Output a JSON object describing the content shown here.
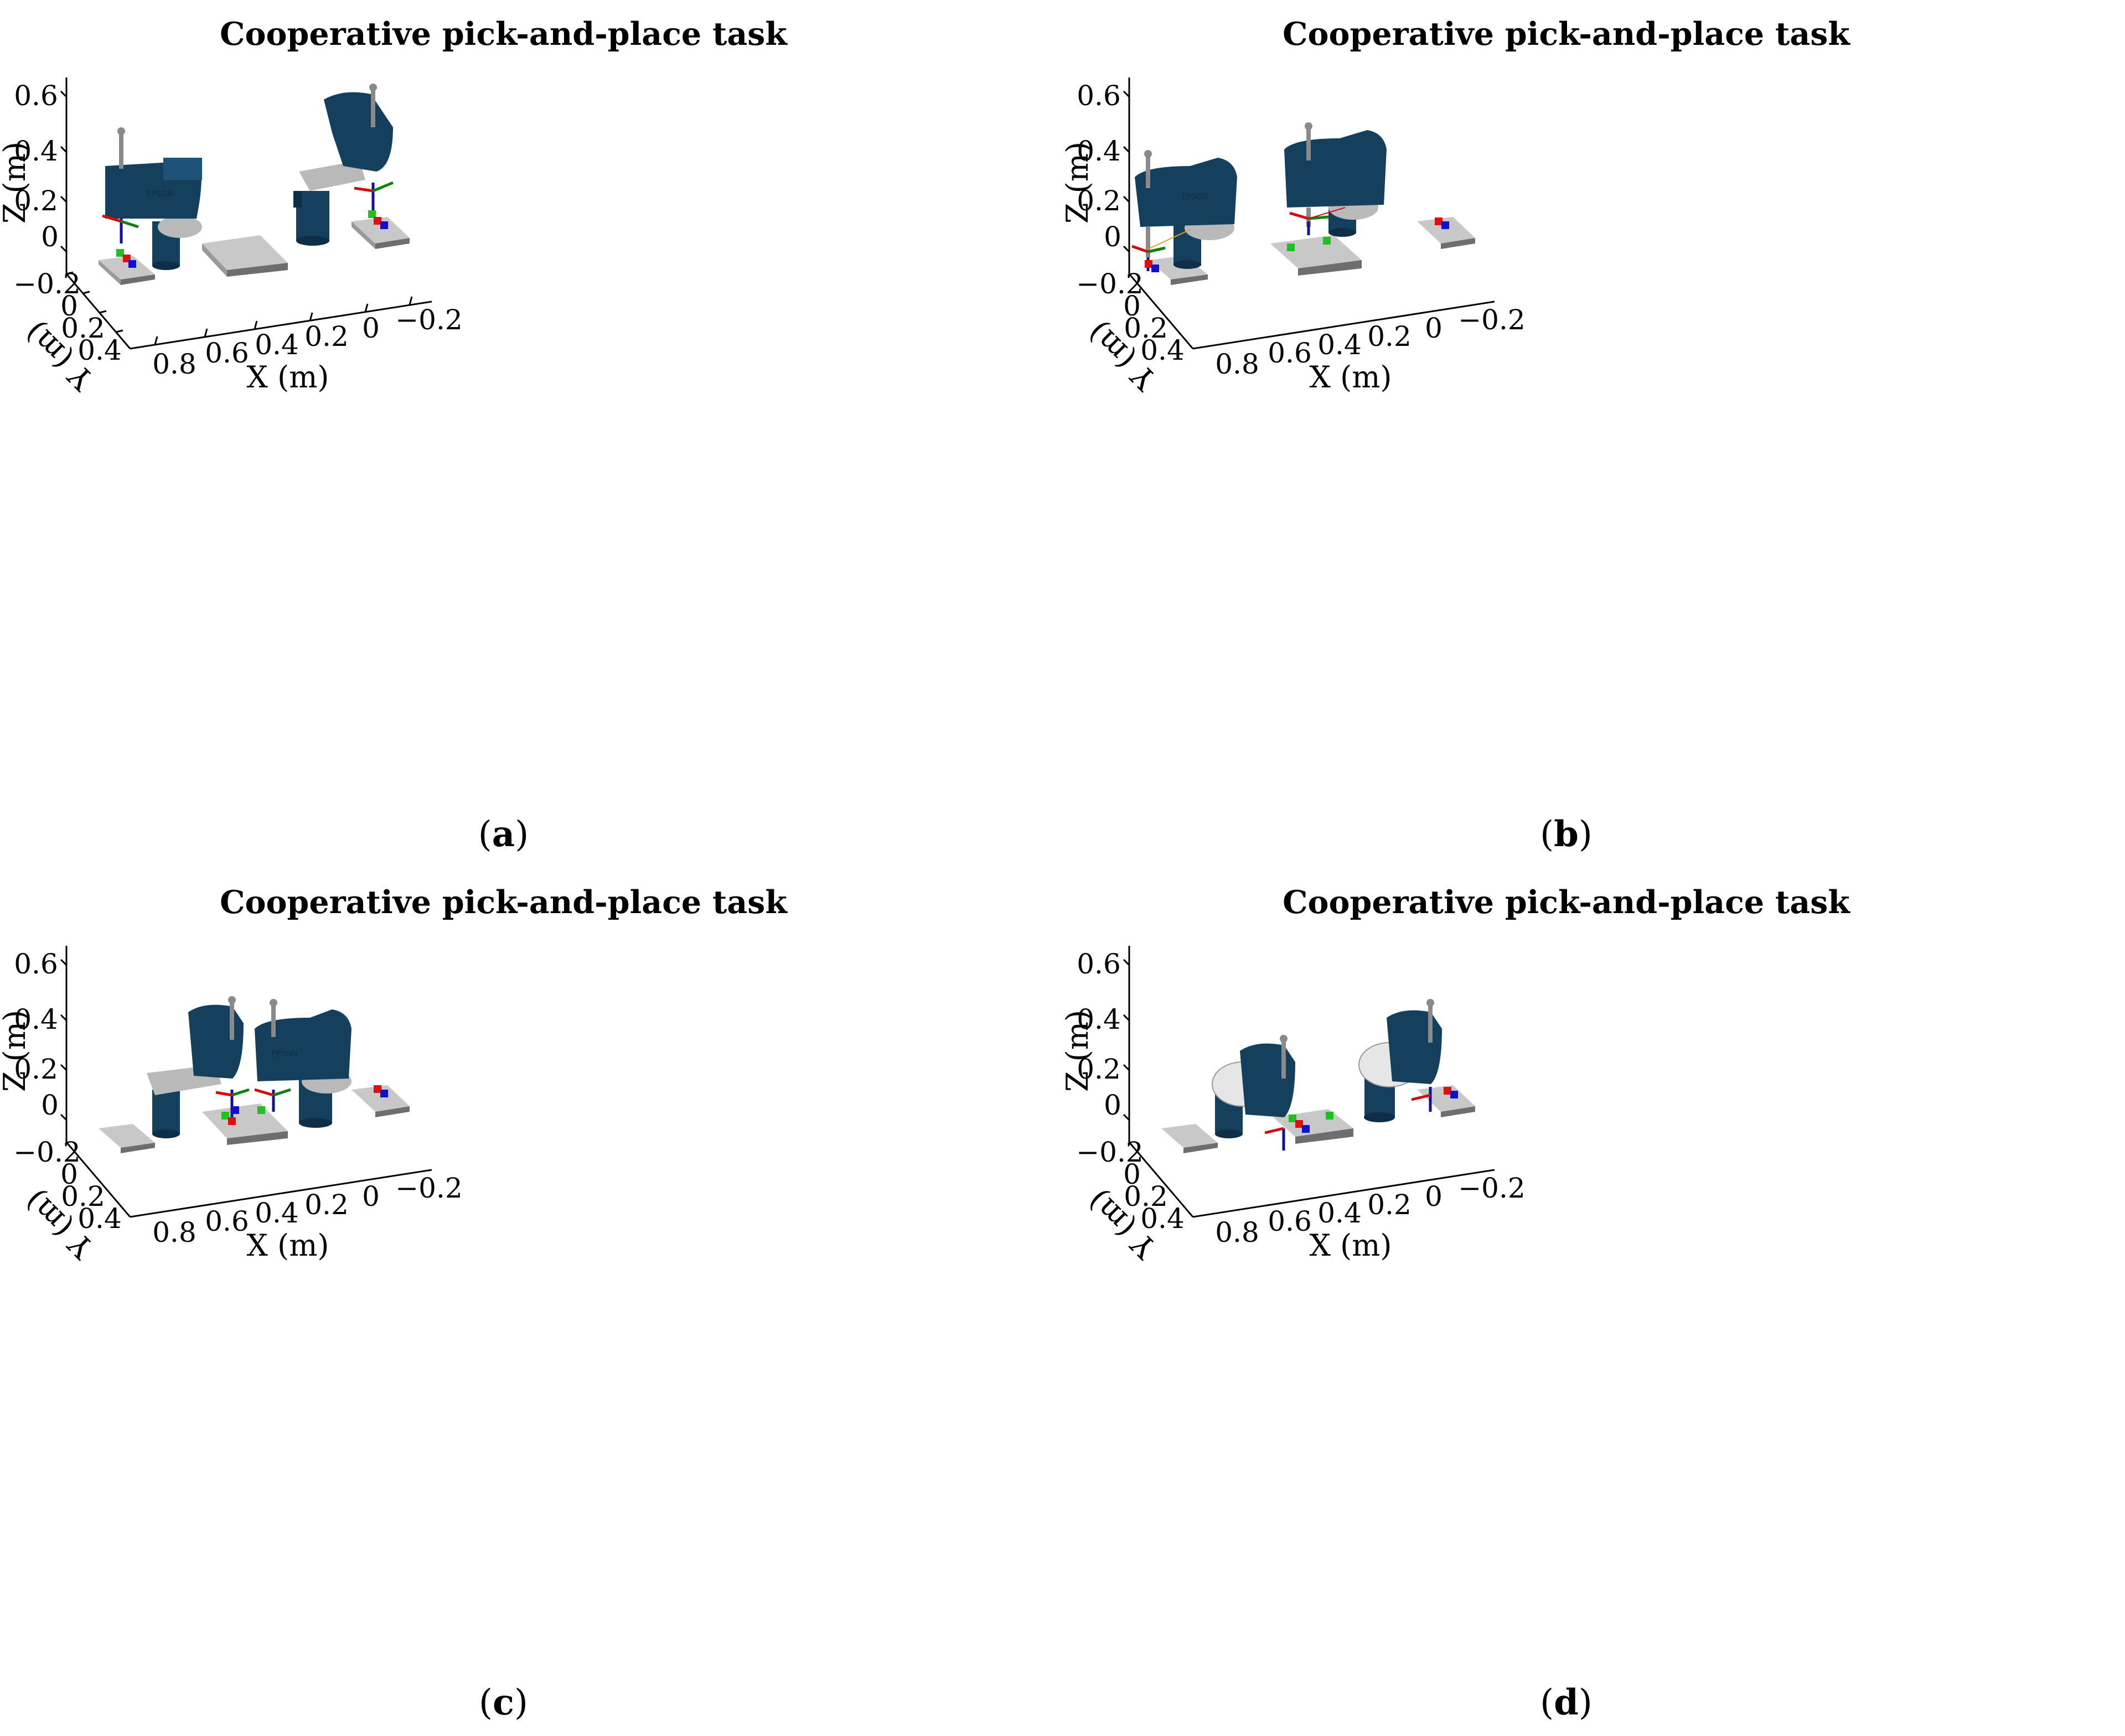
{
  "figure_title": "Cooperative pick-and-place task",
  "panels": [
    {
      "id": "a",
      "label": "a",
      "title": "Cooperative pick-and-place task"
    },
    {
      "id": "b",
      "label": "b",
      "title": "Cooperative pick-and-place task"
    },
    {
      "id": "c",
      "label": "c",
      "title": "Cooperative pick-and-place task"
    },
    {
      "id": "d",
      "label": "d",
      "title": "Cooperative pick-and-place task"
    }
  ],
  "axes": {
    "x_label": "X (m)",
    "y_label": "Y (m)",
    "z_label": "Z (m)",
    "x_ticks": [
      "0.8",
      "0.6",
      "0.4",
      "0.2",
      "0",
      "−0.2"
    ],
    "y_ticks": [
      "−0.2",
      "0",
      "0.2",
      "0.4"
    ],
    "z_ticks": [
      "0.6",
      "0.4",
      "0.2",
      "0"
    ]
  },
  "robot_label": "EPSON",
  "colors": {
    "robot_body": "#14405e",
    "robot_arm_link": "#b9b9b9",
    "table_top": "#c8c8c8",
    "table_side": "#6e6e6e",
    "cube_red": "#e01010",
    "cube_green": "#20c020",
    "cube_blue": "#1010d0",
    "frame_x": "#d01010",
    "frame_y": "#108010",
    "frame_z": "#1010a0"
  }
}
